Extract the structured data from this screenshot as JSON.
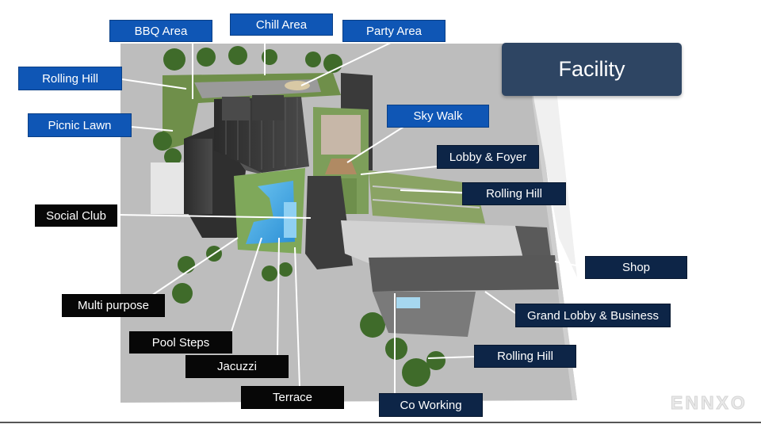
{
  "title": "Facility",
  "watermark": "ENNXO",
  "labels": {
    "bbq_area": "BBQ Area",
    "chill_area": "Chill Area",
    "party_area": "Party Area",
    "rolling_hill_top": "Rolling Hill",
    "picnic_lawn": "Picnic Lawn",
    "sky_walk": "Sky Walk",
    "lobby_foyer": "Lobby & Foyer",
    "rolling_hill_mid": "Rolling Hill",
    "social_club": "Social Club",
    "shop": "Shop",
    "multi_purpose": "Multi purpose",
    "grand_lobby": "Grand Lobby & Business",
    "pool_steps": "Pool Steps",
    "rolling_hill_bottom": "Rolling Hill",
    "jacuzzi": "Jacuzzi",
    "terrace": "Terrace",
    "co_working": "Co Working"
  },
  "colors": {
    "label_blue": "#0f56b5",
    "label_navy": "#0d2547",
    "label_black": "#070707",
    "title_box": "#2e4563"
  }
}
